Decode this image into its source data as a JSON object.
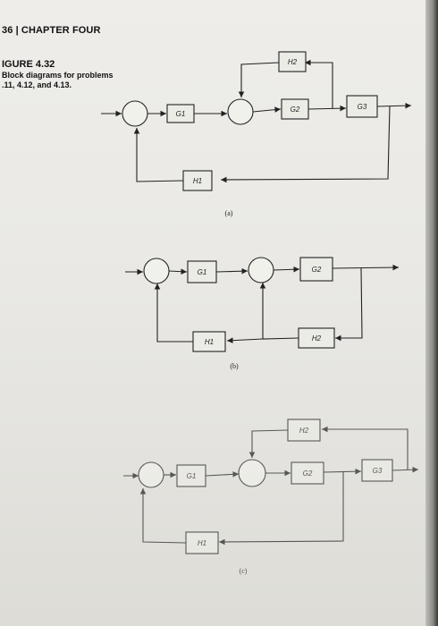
{
  "header": {
    "title": "36 | CHAPTER FOUR"
  },
  "figure": {
    "title": "IGURE 4.32",
    "caption_line1": "Block diagrams for problems",
    "caption_line2": ".11, 4.12, and 4.13."
  },
  "diagram_a": {
    "label": "(a)",
    "blocks": {
      "g1": "G1",
      "g2": "G2",
      "g3": "G3",
      "h1": "H1",
      "h2": "H2"
    }
  },
  "diagram_b": {
    "label": "(b)",
    "blocks": {
      "g1": "G1",
      "g2": "G2",
      "h1": "H1",
      "h2": "H2"
    }
  },
  "diagram_c": {
    "label": "(c)",
    "blocks": {
      "g1": "G1",
      "g2": "G2",
      "g3": "G3",
      "h1": "H1",
      "h2": "H2"
    }
  }
}
